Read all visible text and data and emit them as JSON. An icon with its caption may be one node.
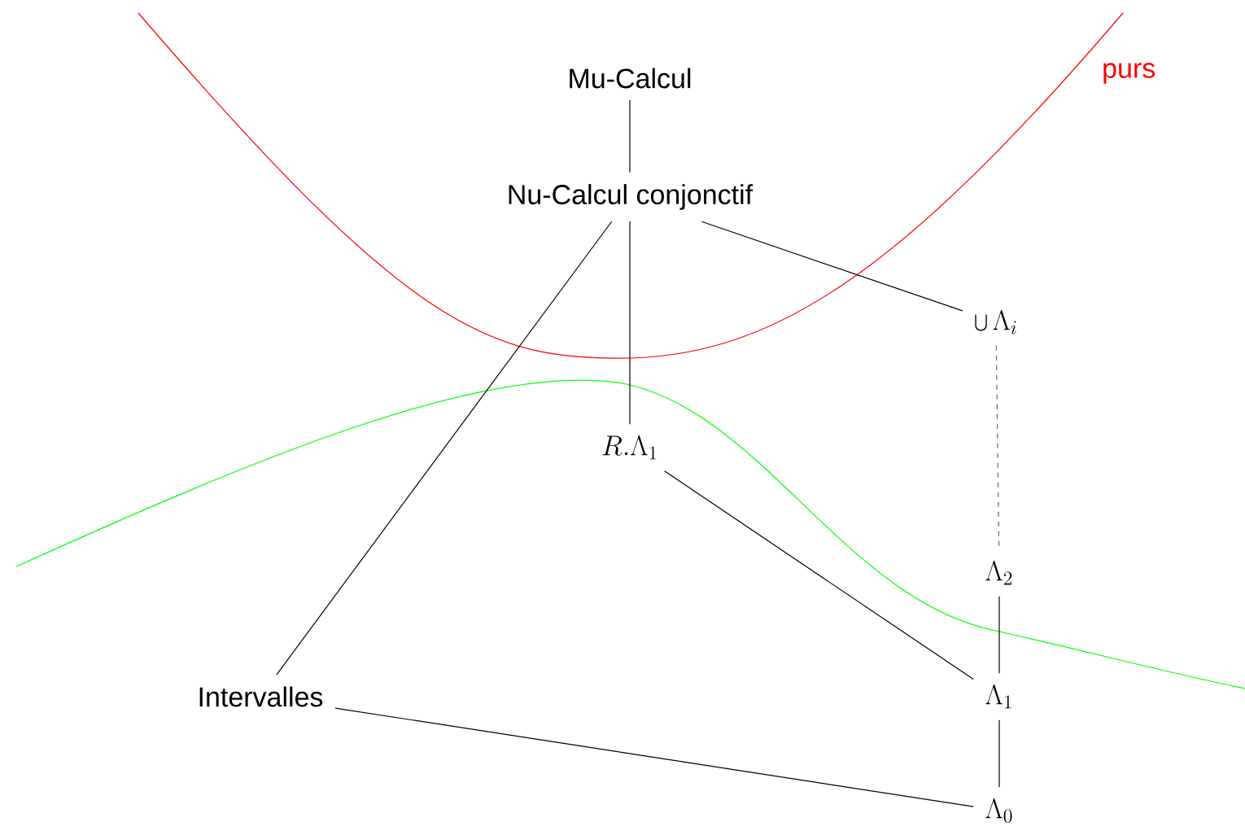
{
  "diagram": {
    "nodes": [
      {
        "text": [
          "Mu-Calcul"
        ]
      },
      {
        "text": [
          "Nu-Calcul conjonctif"
        ]
      },
      {
        "text": [
          "\\bigcup\\Lambda_i"
        ]
      },
      {
        "text": [
          "R.\\Lambda_1"
        ]
      },
      {
        "text": [
          "\\Lambda_2"
        ]
      },
      {
        "text": [
          "Intervalles"
        ]
      },
      {
        "text": [
          "\\Lambda_1"
        ]
      },
      {
        "text": [
          "\\Lambda_0"
        ]
      }
    ],
    "edges": [
      {
        "from": 0,
        "to": 1,
        "arrow": "none"
      },
      {
        "from": 1,
        "to": 3,
        "arrow": "none"
      },
      {
        "from": 1,
        "to": 5,
        "arrow": "none"
      },
      {
        "from": 1,
        "to": 2,
        "arrow": "none"
      },
      {
        "from": 2,
        "to": 4,
        "arrow": "none",
        "style": "dashed",
        "color": "#666666"
      },
      {
        "from": 4,
        "to": 6,
        "arrow": "none"
      },
      {
        "from": 3,
        "to": 6,
        "arrow": "none"
      },
      {
        "from": 6,
        "to": 7,
        "arrow": "none"
      },
      {
        "from": 5,
        "to": 7,
        "arrow": "none"
      }
    ],
    "labels": [
      "purs"
    ]
  }
}
